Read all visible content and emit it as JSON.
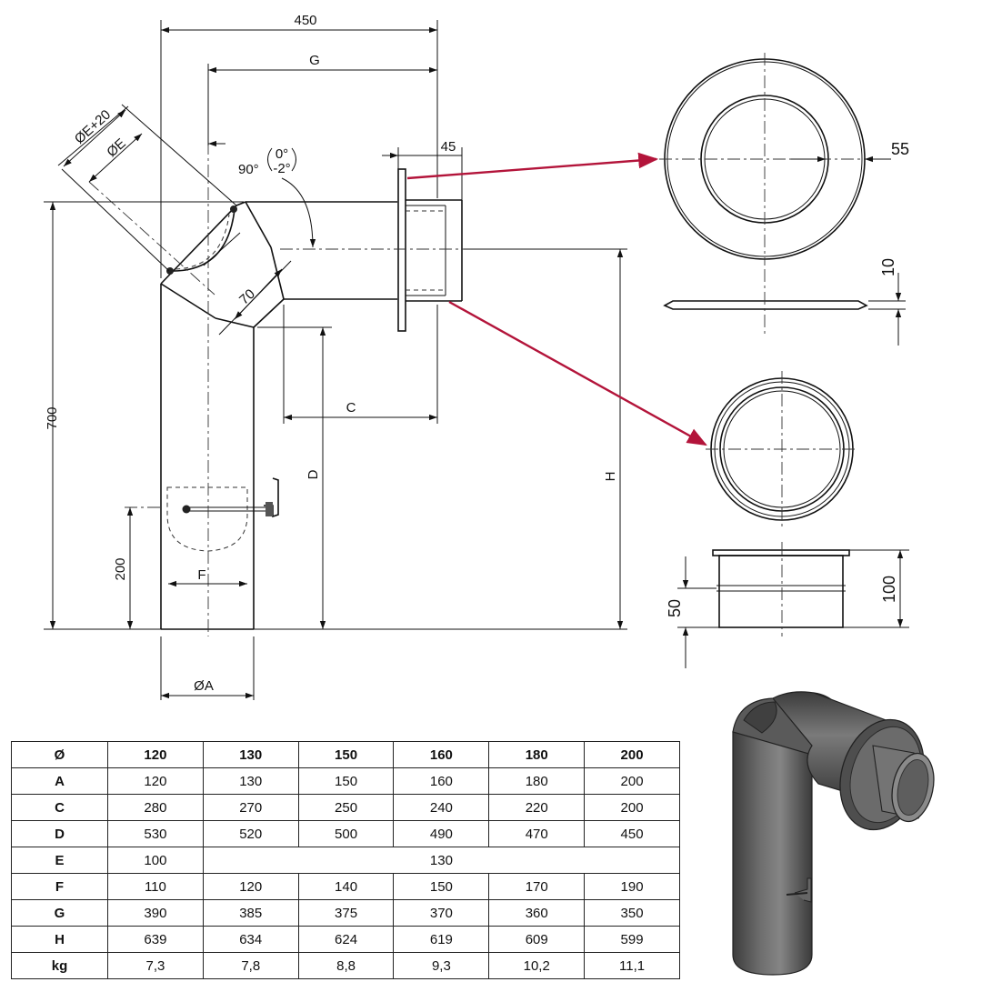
{
  "dimensions": {
    "top_width": "450",
    "g": "G",
    "collar": "45",
    "dia_e_plus": "ØE+20",
    "dia_e": "ØE",
    "angle_main": "90°",
    "angle_tol_top": "0°",
    "angle_tol_bottom": "-2°",
    "seg": "70",
    "total_height": "700",
    "c": "C",
    "d": "D",
    "h": "H",
    "door_height": "200",
    "f": "F",
    "dia_a": "ØA",
    "ring_width": "55",
    "ring_thickness": "10",
    "sleeve_height": "100",
    "sleeve_bead": "50"
  },
  "table": {
    "header": [
      "Ø",
      "120",
      "130",
      "150",
      "160",
      "180",
      "200"
    ],
    "rows": [
      {
        "label": "A",
        "values": [
          "120",
          "130",
          "150",
          "160",
          "180",
          "200"
        ]
      },
      {
        "label": "C",
        "values": [
          "280",
          "270",
          "250",
          "240",
          "220",
          "200"
        ]
      },
      {
        "label": "D",
        "values": [
          "530",
          "520",
          "500",
          "490",
          "470",
          "450"
        ]
      },
      {
        "label": "E",
        "merged": [
          "100",
          "130"
        ]
      },
      {
        "label": "F",
        "values": [
          "110",
          "120",
          "140",
          "150",
          "170",
          "190"
        ]
      },
      {
        "label": "G",
        "values": [
          "390",
          "385",
          "375",
          "370",
          "360",
          "350"
        ]
      },
      {
        "label": "H",
        "values": [
          "639",
          "634",
          "624",
          "619",
          "609",
          "599"
        ]
      },
      {
        "label": "kg",
        "values": [
          "7,3",
          "7,8",
          "8,8",
          "9,3",
          "10,2",
          "11,1"
        ]
      }
    ]
  },
  "colors": {
    "callout": "#b3143a",
    "render_dark": "#4a4a4a",
    "render_mid": "#6b6b6b",
    "render_light": "#8a8a8a"
  }
}
